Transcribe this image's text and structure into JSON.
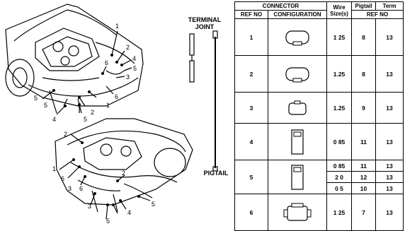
{
  "labels": {
    "terminal_joint": "TERMINAL\nJOINT",
    "pigtail": "PIGTAIL"
  },
  "callouts": [
    "1",
    "2",
    "3",
    "4",
    "5",
    "6"
  ],
  "table": {
    "group_header": "CONNECTOR",
    "wire_header_1": "Wire",
    "wire_header_2": "Size(s)",
    "pigtail_header": "Pigtail",
    "term_header": "Term",
    "ref_no": "REF NO",
    "configuration": "CONFIGURATION",
    "ref_no_2": "REF NO",
    "rows": [
      {
        "ref": "1",
        "shape": "rounded-tab",
        "wire": "1 25",
        "pigtail": "8",
        "term": "13"
      },
      {
        "ref": "2",
        "shape": "rounded-tab",
        "wire": "1.25",
        "pigtail": "8",
        "term": "13"
      },
      {
        "ref": "3",
        "shape": "small-box",
        "wire": "1.25",
        "pigtail": "9",
        "term": "13"
      },
      {
        "ref": "4",
        "shape": "tall-box",
        "wire": "0 85",
        "pigtail": "11",
        "term": "13"
      },
      {
        "ref": "5",
        "shape": "tall-box-2",
        "sub": [
          {
            "wire": "0 85",
            "pigtail": "11",
            "term": "13"
          },
          {
            "wire": "2 0",
            "pigtail": "12",
            "term": "13"
          },
          {
            "wire": "0 5",
            "pigtail": "10",
            "term": "13"
          }
        ]
      },
      {
        "ref": "6",
        "shape": "flanged-box",
        "wire": "1 25",
        "pigtail": "7",
        "term": "13"
      }
    ]
  }
}
